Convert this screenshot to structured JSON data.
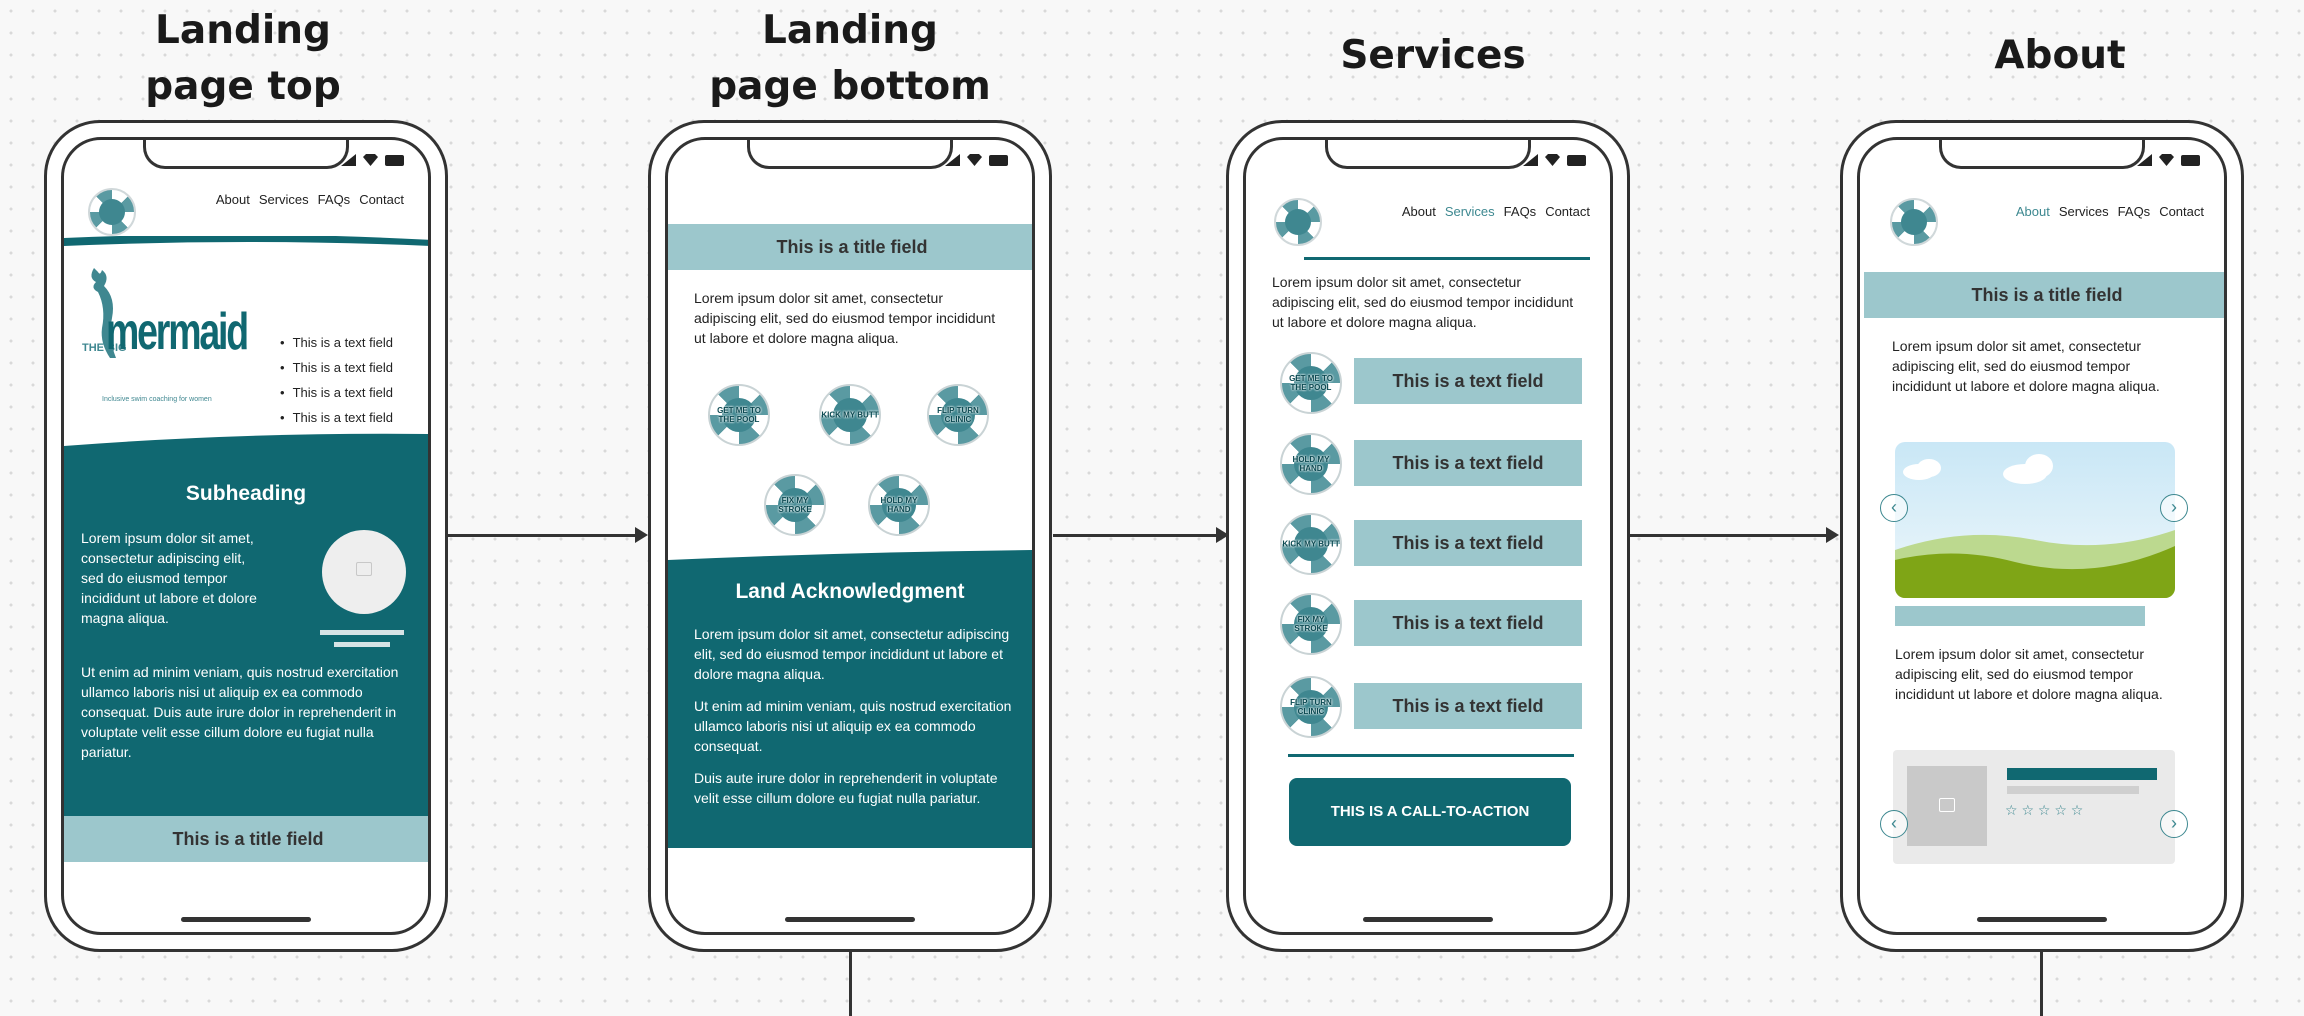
{
  "titles": {
    "s1_line1": "Landing",
    "s1_line2": "page top",
    "s2_line1": "Landing",
    "s2_line2": "page bottom",
    "s3": "Services",
    "s4": "About"
  },
  "nav": {
    "about": "About",
    "services": "Services",
    "faqs": "FAQs",
    "contact": "Contact"
  },
  "common": {
    "title_field": "This is a title field",
    "text_field": "This is a text field",
    "lorem_short": "Lorem ipsum dolor sit amet, consectetur adipiscing elit, sed do eiusmod tempor incididunt ut labore et dolore magna aliqua.",
    "lorem_ut": "Ut enim ad minim veniam, quis nostrud exercitation ullamco laboris nisi ut aliquip ex ea commodo consequat. Duis aute irure dolor in reprehenderit in voluptate velit esse cillum dolore eu fugiat nulla pariatur.",
    "lorem_ut_short": "Ut enim ad minim veniam, quis nostrud exercitation ullamco laboris nisi ut aliquip ex ea commodo consequat.",
    "lorem_duis": "Duis aute irure dolor in reprehenderit in voluptate velit esse cillum dolore eu fugiat nulla pariatur."
  },
  "landing_top": {
    "logo_the_big": "THE BIG",
    "logo_word": "mermaid",
    "logo_tagline": "Inclusive swim coaching for women",
    "bullets": [
      "This is a text field",
      "This is a text field",
      "This is a text field",
      "This is a text field"
    ],
    "subheading": "Subheading",
    "lorem_left": "Lorem ipsum dolor sit amet, consectetur adipiscing elit, sed do eiusmod tempor incididunt ut labore et dolore magna aliqua."
  },
  "landing_bottom": {
    "rings": [
      "GET ME TO THE POOL",
      "KICK MY BUTT",
      "FLIP TURN CLINIC",
      "FIX MY STROKE",
      "HOLD MY HAND"
    ],
    "land_heading": "Land Acknowledgment"
  },
  "services": {
    "rings": [
      "GET ME TO THE POOL",
      "HOLD MY HAND",
      "KICK MY BUTT",
      "FIX MY STROKE",
      "FLIP TURN CLINIC"
    ],
    "cta": "THIS IS A CALL-TO-ACTION"
  },
  "about": {
    "stars": "☆ ☆ ☆ ☆ ☆"
  },
  "colors": {
    "teal": "#106871",
    "light_teal": "#9cc7cc",
    "accent": "#3d8890"
  }
}
